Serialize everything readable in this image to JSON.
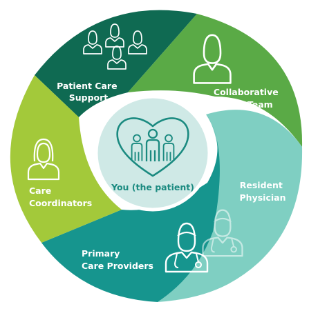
{
  "diagram": {
    "center": {
      "label": "You (the patient)",
      "icon": "heart-family-icon",
      "fill": "#cfe9e6",
      "accent": "#1a8a80"
    },
    "segments": [
      {
        "id": "patient-care-support",
        "lines": [
          "Patient Care",
          "Support"
        ],
        "icon": "group-people-icon",
        "color": "#0f6a52"
      },
      {
        "id": "collaborative-care-team",
        "lines": [
          "Collaborative",
          "Care Team"
        ],
        "icon": "person-icon",
        "color": "#5aaa46"
      },
      {
        "id": "resident-physician",
        "lines": [
          "Resident",
          "Physician"
        ],
        "icon": "doctor-icon",
        "color": "#7fcfc2"
      },
      {
        "id": "primary-care-providers",
        "lines": [
          "Primary",
          "Care Providers"
        ],
        "icon": "doctors-pair-icon",
        "color": "#16958e"
      },
      {
        "id": "care-coordinators",
        "lines": [
          "Care",
          "Coordinators"
        ],
        "icon": "woman-icon",
        "color": "#a3c93a"
      }
    ]
  }
}
